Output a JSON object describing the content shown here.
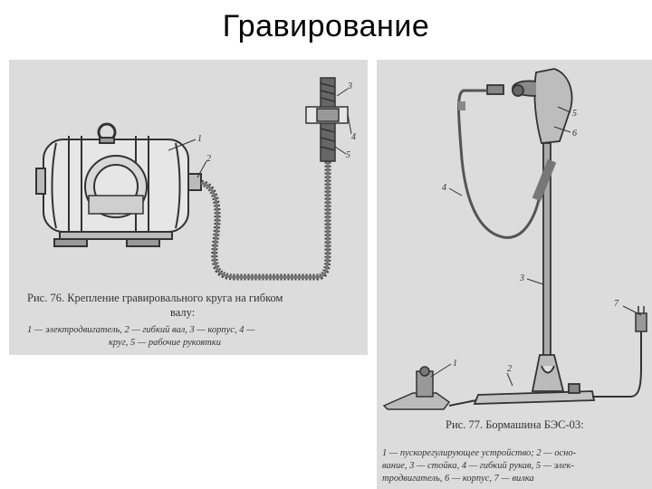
{
  "slide": {
    "title": "Гравирование"
  },
  "figure76": {
    "caption_line1": "Рис. 76. Крепление гравировального круга на гибком",
    "caption_line2": "валу:",
    "legend_line1": "1 — электродвигатель, 2 — гибкий вал, 3 — корпус, 4 —",
    "legend_line2": "круг, 5 — рабочие рукоятки",
    "callouts": [
      "1",
      "2",
      "3",
      "4",
      "5"
    ]
  },
  "figure77": {
    "caption": "Рис. 77. Бормашина БЭС-03:",
    "legend_line1": "1 — пускорегулирующее устройство; 2 — осно-",
    "legend_line2": "вание, 3 — стойка, 4 — гибкий рукав, 5 — элек-",
    "legend_line3": "тродвигатель, 6 — корпус, 7 — вилка",
    "callouts": [
      "1",
      "2",
      "3",
      "4",
      "5",
      "6",
      "7"
    ]
  },
  "colors": {
    "panel_bg": "#dcdcdc",
    "ink": "#333333"
  }
}
